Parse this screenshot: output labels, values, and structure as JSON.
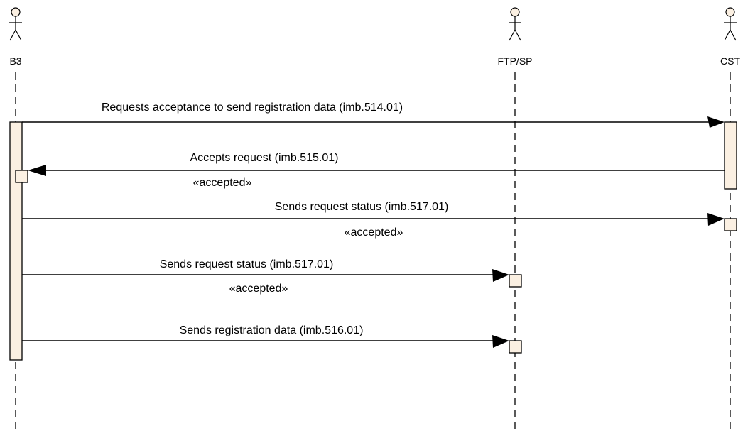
{
  "actors": [
    {
      "name": "B3"
    },
    {
      "name": "FTP/SP"
    },
    {
      "name": "CST"
    }
  ],
  "messages": [
    {
      "label": "Requests acceptance to send registration data (imb.514.01)",
      "from": "B3",
      "to": "CST"
    },
    {
      "label": "Accepts request (imb.515.01)",
      "from": "CST",
      "to": "B3",
      "guard": "«accepted»"
    },
    {
      "label": "Sends request status (imb.517.01)",
      "from": "B3",
      "to": "CST",
      "guard": "«accepted»"
    },
    {
      "label": "Sends request status (imb.517.01)",
      "from": "B3",
      "to": "FTP/SP",
      "guard": "«accepted»"
    },
    {
      "label": "Sends registration data (imb.516.01)",
      "from": "B3",
      "to": "FTP/SP"
    }
  ],
  "colors": {
    "activation_fill": "#fbf0e2",
    "line": "#000000"
  }
}
